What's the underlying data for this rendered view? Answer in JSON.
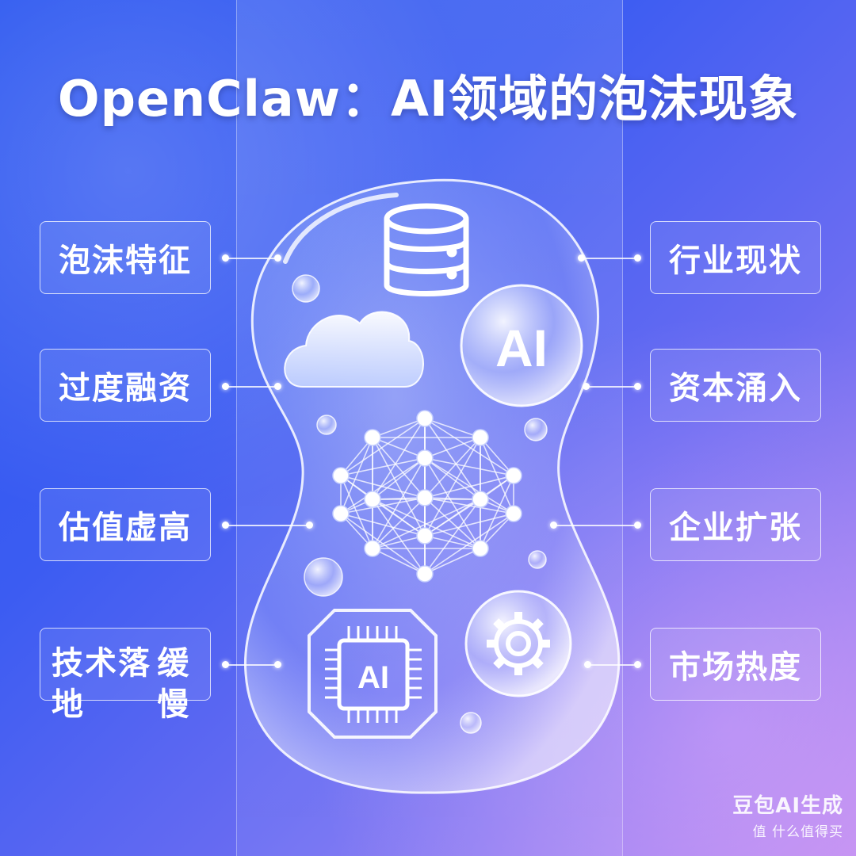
{
  "title": "OpenClaw：AI领域的泡沫现象",
  "left_labels": [
    {
      "lines": [
        "泡沫特征"
      ]
    },
    {
      "lines": [
        "过度融资"
      ]
    },
    {
      "lines": [
        "估值虚高"
      ]
    },
    {
      "lines": [
        "技术落地",
        "缓慢"
      ]
    }
  ],
  "right_labels": [
    {
      "lines": [
        "行业现状"
      ]
    },
    {
      "lines": [
        "资本涌入"
      ]
    },
    {
      "lines": [
        "企业扩张"
      ]
    },
    {
      "lines": [
        "市场热度"
      ]
    }
  ],
  "center": {
    "ai_bubble_text": "AI",
    "chip_text": "AI",
    "icons": [
      "database-icon",
      "cloud-icon",
      "ai-bubble-icon",
      "neural-network-icon",
      "ai-chip-icon",
      "gear-icon"
    ]
  },
  "watermark": {
    "brand": "豆包AI生成",
    "sub": "值 什么值得买"
  },
  "colors": {
    "background_start": "#2a56f0",
    "background_end": "#b98bf0",
    "text": "#ffffff"
  }
}
